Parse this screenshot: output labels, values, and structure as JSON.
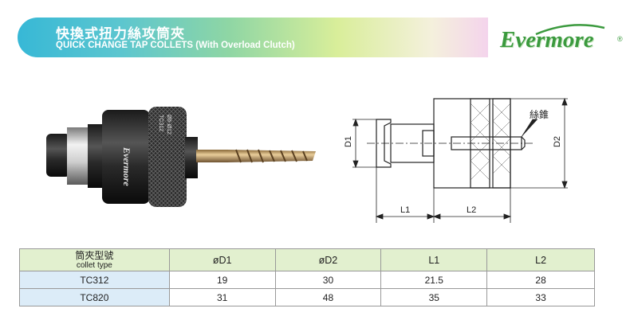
{
  "header": {
    "title_zh": "快換式扭力絲攻筒夾",
    "title_en": "QUICK CHANGE TAP COLLETS (With Overload Clutch)"
  },
  "logo": {
    "text": "Evermore",
    "reg": "®",
    "color": "#3b9a3e"
  },
  "photo": {
    "body_text": "Evermore",
    "ring_text_1": "TC312",
    "ring_text_2": "Ø6-Ø12"
  },
  "drawing": {
    "label_d1": "D1",
    "label_d2": "D2",
    "label_l1": "L1",
    "label_l2": "L2",
    "label_thread": "絲錐"
  },
  "table": {
    "columns": [
      {
        "zh": "筒夾型號",
        "en": "collet type"
      },
      {
        "label": "øD1"
      },
      {
        "label": "øD2"
      },
      {
        "label": "L1"
      },
      {
        "label": "L2"
      }
    ],
    "rows": [
      {
        "type": "TC312",
        "d1": "19",
        "d2": "30",
        "l1": "21.5",
        "l2": "28"
      },
      {
        "type": "TC820",
        "d1": "31",
        "d2": "48",
        "l1": "35",
        "l2": "33"
      }
    ]
  },
  "colors": {
    "banner_start": "#37b8d6",
    "banner_end": "#f4d4ec",
    "table_header_bg": "#e2f0cf",
    "row_label_bg": "#dcecf8"
  }
}
